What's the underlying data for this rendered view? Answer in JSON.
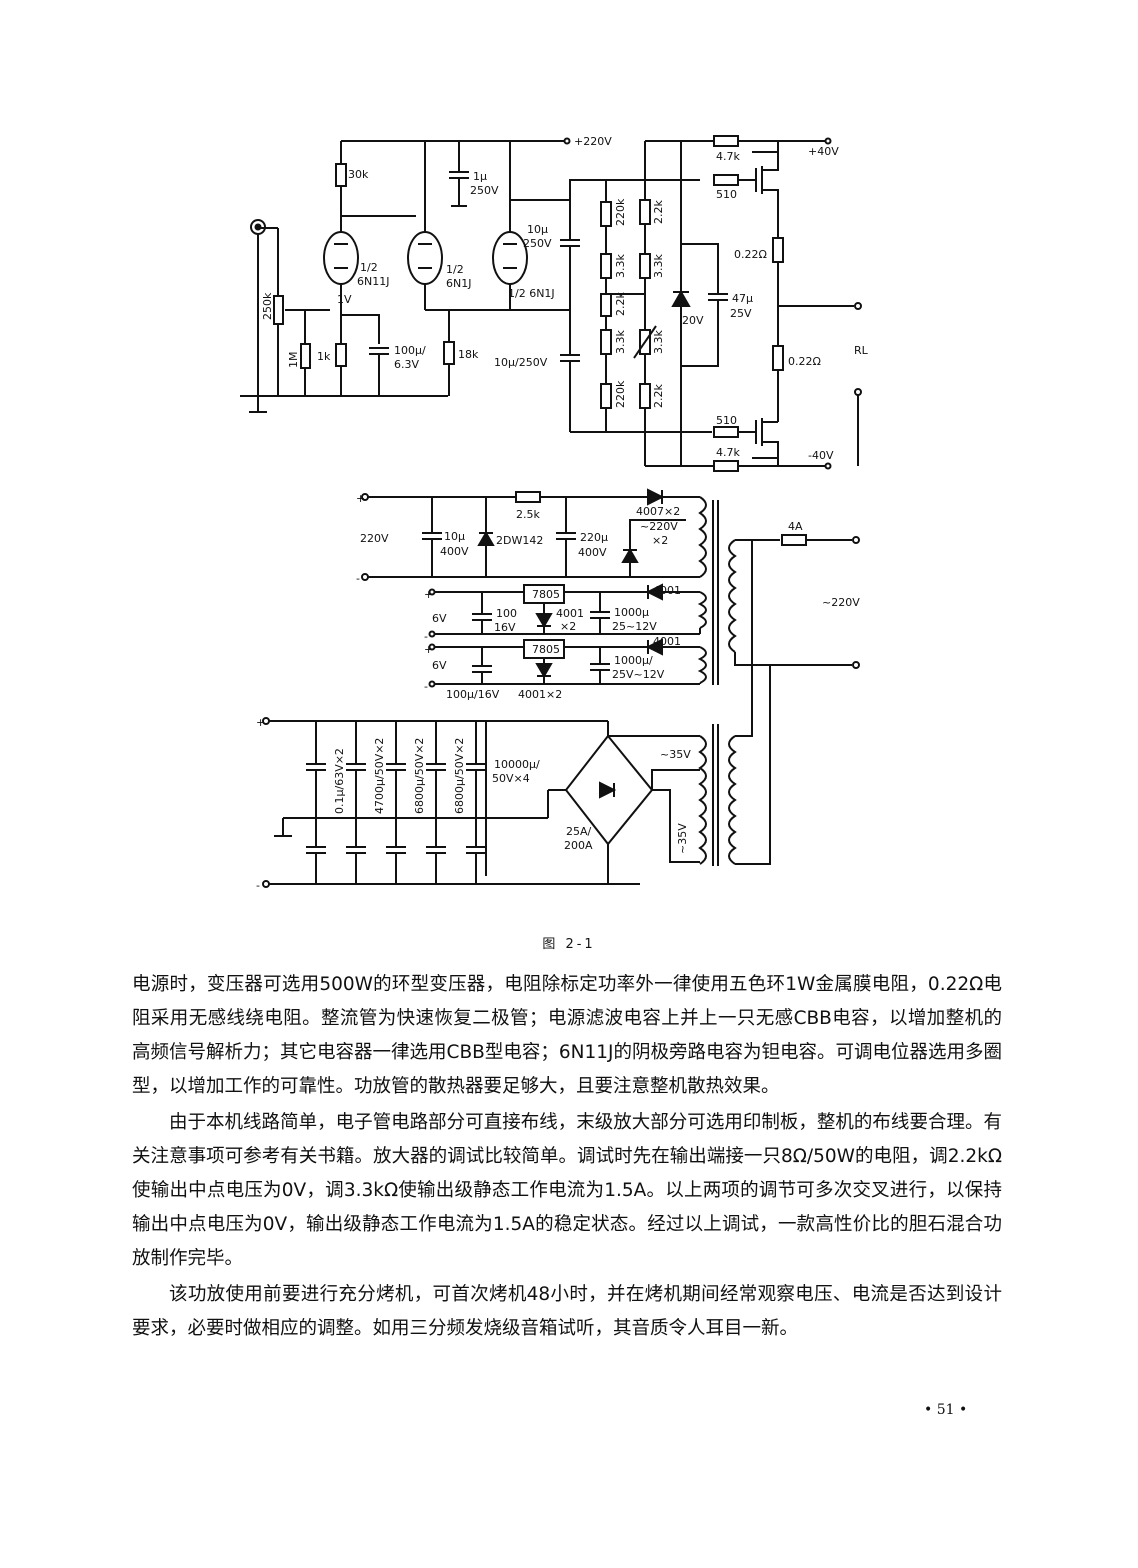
{
  "figure": {
    "caption": "图  2-1",
    "labels": {
      "b220v": "+220V",
      "r30k": "30k",
      "c1u": "1μ",
      "c1u_v": "250V",
      "tube1a": "1/2",
      "tube1b": "6N11J",
      "tube2a": "1/2",
      "tube2b": "6N1J",
      "tube3": "1/2 6N1J",
      "v1": "1V",
      "pot250k": "250k",
      "r1m": "1M",
      "r1k": "1k",
      "c100u": "100μ/",
      "c100u_v": "6.3V",
      "r18k": "18k",
      "c10u_top": "10μ",
      "c10u_top_v": "250V",
      "c10u_bot": "10μ/250V",
      "r220k_1": "220k",
      "r3k3_1": "3.3k",
      "r2k2_1": "2.2k",
      "r3k3_2": "3.3k",
      "r220k_2": "220k",
      "r2k2_2": "2.2k",
      "r3k3_3": "3.3k",
      "r3k3_4": "3.3k",
      "r2k2_3": "2.2k",
      "z20v": "20V",
      "c47u": "47μ",
      "c47u_v": "25V",
      "r4k7_top": "4.7k",
      "r510_top": "510",
      "p40v": "+40V",
      "r022_1": "0.22Ω",
      "r022_2": "0.22Ω",
      "rl": "RL",
      "r510_bot": "510",
      "r4k7_bot": "4.7k",
      "m40v": "-40V",
      "ps220v": "220V",
      "c10u_400": "10μ",
      "c10u_400_v": "400V",
      "d2dw": "2DW142",
      "r2k5": "2.5k",
      "c220u": "220μ",
      "c220u_v": "400V",
      "d4007": "4007×2",
      "ac220x2": "~220V",
      "x2": "×2",
      "fuse": "4A",
      "mains": "~220V",
      "reg1": "7805",
      "v6_1": "6V",
      "c100_16": "100",
      "c100_16_v": "16V",
      "d4001x2": "4001",
      "d4001x2_b": "×2",
      "c1000u": "1000μ",
      "c1000u_v": "25~12V",
      "d4001_1": "4001",
      "reg2": "7805",
      "v6_2": "6V",
      "c100u16": "100μ/16V",
      "d4001x2_2": "4001×2",
      "c1000u_2": "1000μ/",
      "c1000u_2_v": "25V~12V",
      "d4001_2": "4001",
      "plus": "+",
      "minus": "-",
      "c01u": "0.1μ/63V×2",
      "c4700": "4700μ/50V×2",
      "c6800a": "6800μ/50V×2",
      "c6800b": "6800μ/50V×2",
      "c10000": "10000μ/",
      "c10000_v": "50V×4",
      "bridge": "25A/",
      "bridge_b": "200A",
      "ac35_1": "~35V",
      "ac35_2": "~35V"
    }
  },
  "paragraphs": [
    "电源时，变压器可选用500W的环型变压器，电阻除标定功率外一律使用五色环1W金属膜电阻，0.22Ω电阻采用无感线绕电阻。整流管为快速恢复二极管；电源滤波电容上并上一只无感CBB电容，以增加整机的高频信号解析力；其它电容器一律选用CBB型电容；6N11J的阴极旁路电容为钽电容。可调电位器选用多圈型，以增加工作的可靠性。功放管的散热器要足够大，且要注意整机散热效果。",
    "由于本机线路简单，电子管电路部分可直接布线，末级放大部分可选用印制板，整机的布线要合理。有关注意事项可参考有关书籍。放大器的调试比较简单。调试时先在输出端接一只8Ω/50W的电阻，调2.2kΩ使输出中点电压为0V，调3.3kΩ使输出级静态工作电流为1.5A。以上两项的调节可多次交叉进行，以保持输出中点电压为0V，输出级静态工作电流为1.5A的稳定状态。经过以上调试，一款高性价比的胆石混合功放制作完毕。",
    "该功放使用前要进行充分烤机，可首次烤机48小时，并在烤机期间经常观察电压、电流是否达到设计要求，必要时做相应的调整。如用三分频发烧级音箱试听，其音质令人耳目一新。"
  ],
  "page_number": "• 51 •"
}
